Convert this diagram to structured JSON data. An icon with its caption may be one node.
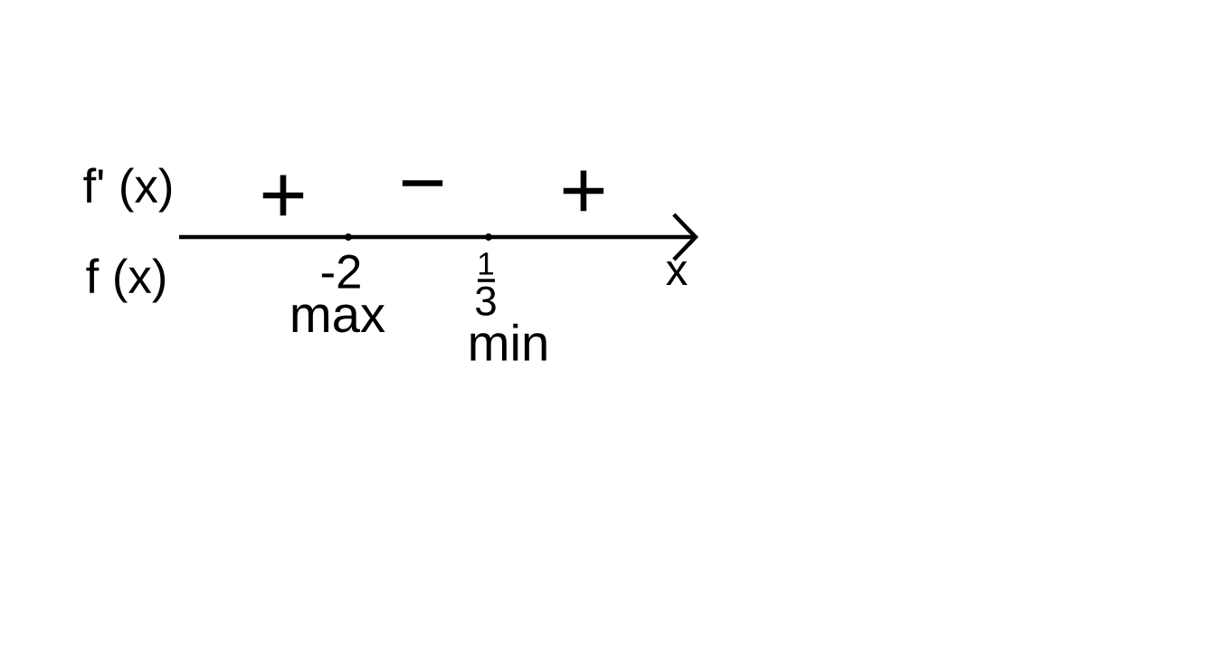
{
  "diagram": {
    "labels": [
      "f' (x)",
      "+",
      "−",
      "+",
      "f (x)",
      "-2",
      "1",
      "3",
      "x",
      "max",
      "min"
    ]
  }
}
